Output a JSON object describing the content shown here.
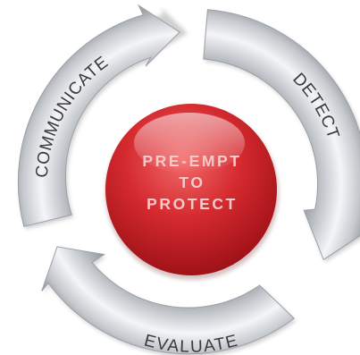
{
  "center": {
    "lines": [
      "PRE-EMPT",
      "TO",
      "PROTECT"
    ]
  },
  "stages": {
    "detect": "DETECT",
    "evaluate": "EVALUATE",
    "communicate": "COMMUNICATE"
  },
  "colors": {
    "arrow_light": "#f4f5f7",
    "arrow_mid": "#c6c9ce",
    "arrow_dark": "#8e939a",
    "label_text": "#3a3a3a",
    "ball_highlight": "#f26a6a",
    "ball_core": "#d42a2f",
    "ball_edge": "#8e0f14",
    "center_text": "#f7c9c9"
  }
}
